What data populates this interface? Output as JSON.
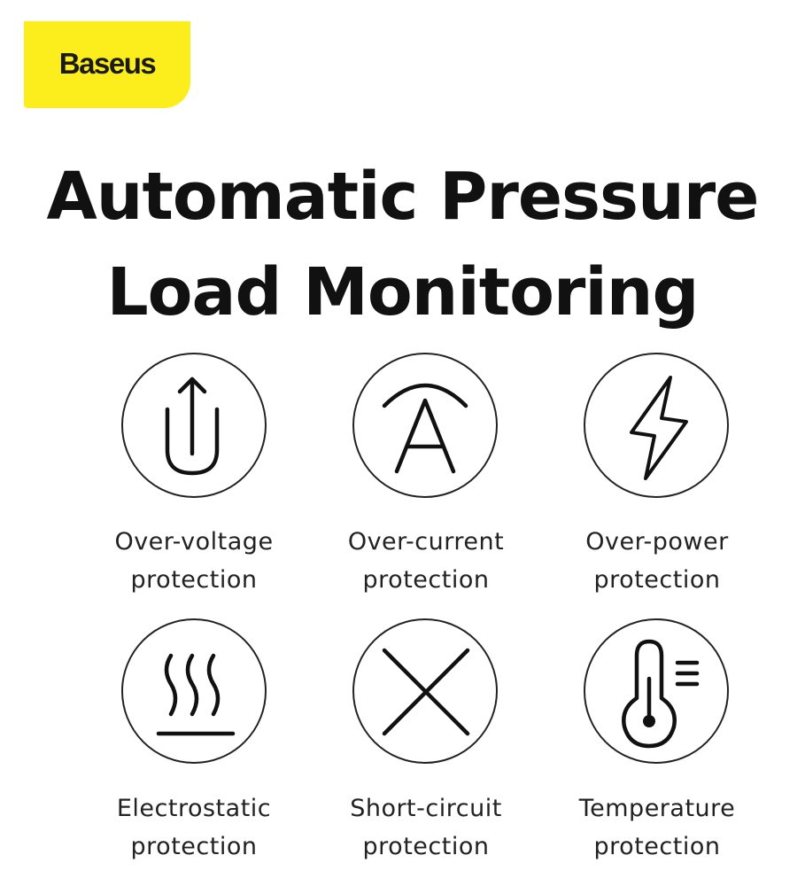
{
  "brand": {
    "logo_text": "Baseus",
    "logo_color": "#fbee1c"
  },
  "headline": {
    "line1": "Automatic Pressure",
    "line2": "Load Monitoring"
  },
  "features": [
    {
      "icon": "upload-arrow-u-icon",
      "line1": "Over-voltage",
      "line2": "protection"
    },
    {
      "icon": "arc-letter-a-icon",
      "line1": "Over-current",
      "line2": "protection"
    },
    {
      "icon": "lightning-bolt-icon",
      "line1": "Over-power",
      "line2": "protection"
    },
    {
      "icon": "heat-waves-icon",
      "line1": "Electrostatic",
      "line2": "protection"
    },
    {
      "icon": "cross-x-icon",
      "line1": "Short-circuit",
      "line2": "protection"
    },
    {
      "icon": "thermometer-icon",
      "line1": "Temperature",
      "line2": "protection"
    }
  ]
}
